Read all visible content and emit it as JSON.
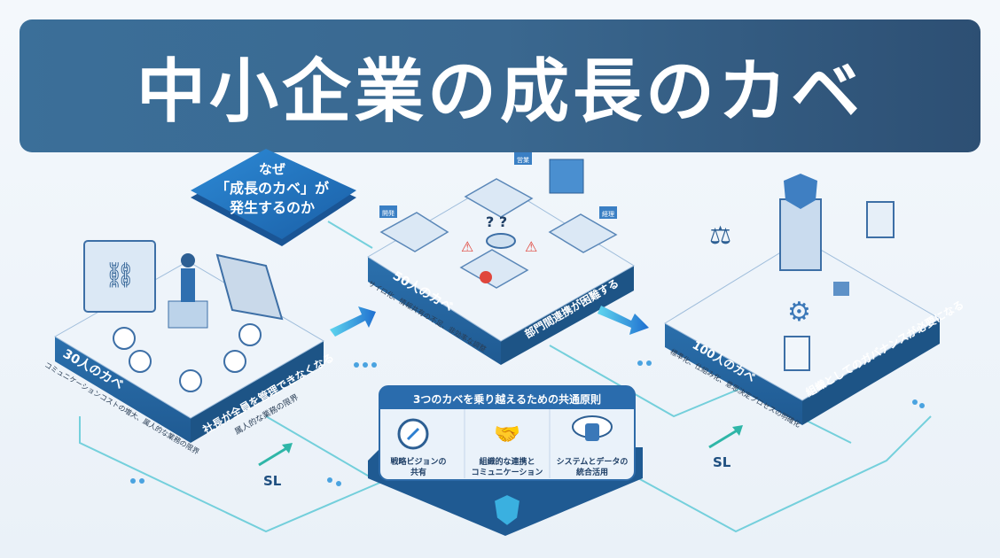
{
  "title": "中小企業の成長のカベ",
  "why_box": {
    "line1": "なぜ",
    "line2": "「成長のカベ」が",
    "line3": "発生するのか"
  },
  "stages": [
    {
      "name": "30人のカベ",
      "subtitle": "コミュニケーションコストの増大、属人的な業務の限界",
      "headline": "社長が全員を管理できなくなる",
      "subline": "属人的な業務の限界"
    },
    {
      "name": "50人のカベ",
      "subtitle": "サイロ化、情報共有の不足、非効率な調整",
      "headline": "部門間連携が困難する",
      "dept_labels": [
        "営業",
        "開発",
        "経理"
      ]
    },
    {
      "name": "100人のカベ",
      "subtitle": "標準化、仕組み化、意思決定プロセスの明確化",
      "headline": "組織としてのガバナンスが必要になる"
    }
  ],
  "principles": {
    "header": "3つのカベを乗り越えるための共通原則",
    "items": [
      {
        "icon": "compass-icon",
        "line1": "戦略ビジョンの",
        "line2": "共有"
      },
      {
        "icon": "handshake-icon",
        "line1": "組織的な連携と",
        "line2": "コミュニケーション"
      },
      {
        "icon": "database-cloud-icon",
        "line1": "システムとデータの",
        "line2": "統合活用"
      }
    ]
  },
  "logo_text": "SL",
  "colors": {
    "banner": "#3a6890",
    "platform_top": "#eef4fa",
    "platform_side": "#2e6fa8",
    "accent": "#1e7fd0",
    "teal": "#3cc7c9"
  }
}
